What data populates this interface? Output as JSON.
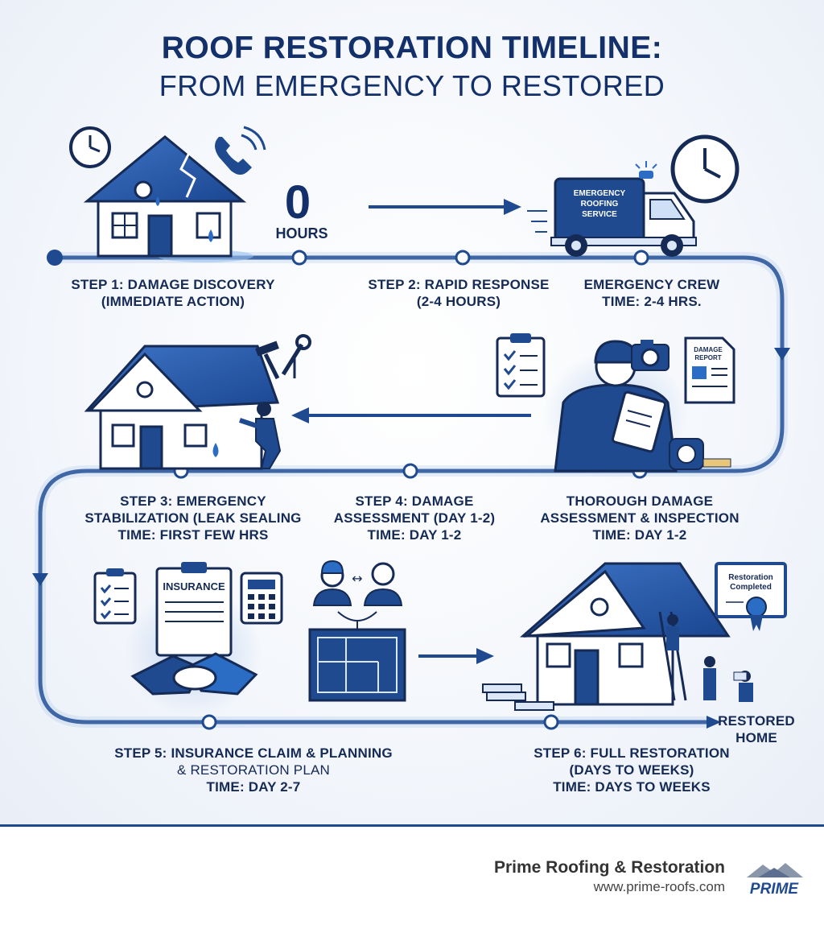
{
  "title": {
    "line1": "ROOF RESTORATION TIMELINE:",
    "line2": "FROM EMERGENCY TO RESTORED"
  },
  "zero_hours": {
    "value": "0",
    "unit": "HOURS"
  },
  "steps": {
    "s1": {
      "line1": "STEP 1: DAMAGE DISCOVERY",
      "line2": "(IMMEDIATE ACTION)"
    },
    "s2": {
      "line1": "STEP 2: RAPID RESPONSE",
      "line2": "(2-4 HOURS)"
    },
    "crew": {
      "line1": "EMERGENCY CREW",
      "line2": "TIME: 2-4 HRS."
    },
    "s3": {
      "line1": "STEP 3: EMERGENCY",
      "line2": "STABILIZATION (LEAK SEALING",
      "line3": "TIME: FIRST FEW HRS"
    },
    "s4": {
      "line1": "STEP 4: DAMAGE",
      "line2": "ASSESSMENT (DAY 1-2)",
      "line3": "TIME: DAY 1-2"
    },
    "thorough": {
      "line1": "THOROUGH DAMAGE",
      "line2": "ASSESSMENT & INSPECTION",
      "line3": "TIME: DAY 1-2"
    },
    "s5": {
      "line1": "STEP 5: INSURANCE CLAIM & PLANNING",
      "line2": "& RESTORATION PLAN",
      "line3": "TIME: DAY 2-7"
    },
    "s6": {
      "line1": "STEP 6: FULL RESTORATION",
      "line2": "(DAYS TO WEEKS)",
      "line3": "TIME: DAYS TO WEEKS"
    },
    "restored": {
      "line1": "RESTORED",
      "line2": "HOME"
    }
  },
  "illustrations": {
    "van_text": [
      "EMERGENCY",
      "ROOFING",
      "SERVICE"
    ],
    "damage_report": [
      "DAMAGE",
      "REPORT"
    ],
    "insurance": "INSURANCE",
    "certificate": [
      "Restoration",
      "Completed"
    ]
  },
  "footer": {
    "brand": "Prime Roofing & Restoration",
    "url": "www.prime-roofs.com",
    "logo_text": "PRIME"
  },
  "colors": {
    "navy": "#13306b",
    "blue": "#1f4a8f",
    "accent": "#2b6cc4",
    "light": "#dbe6f6"
  }
}
